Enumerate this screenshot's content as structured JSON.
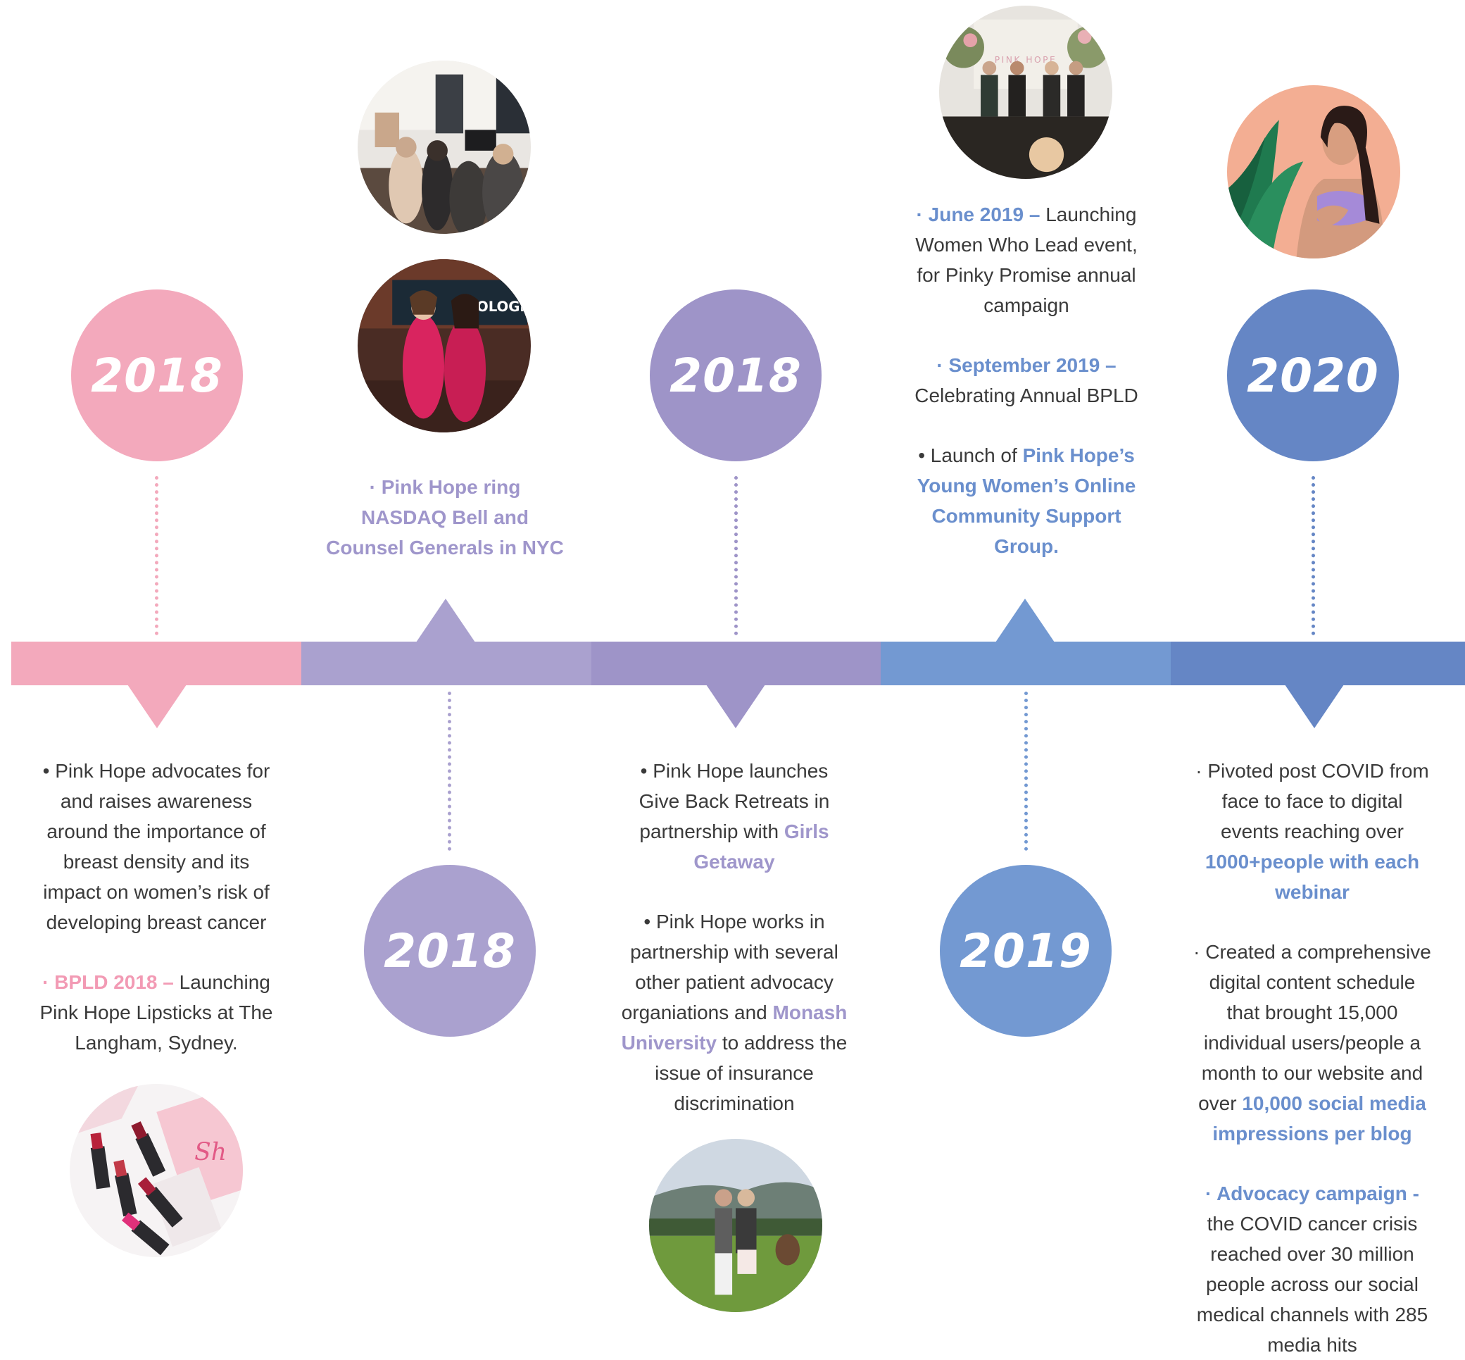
{
  "colors": {
    "pink": "#f3a9bc",
    "lavender": "#aaa1cf",
    "purple": "#9e94c8",
    "blue": "#7399d2",
    "dark_blue": "#6586c5"
  },
  "milestones": [
    {
      "year": "2018",
      "para1": "• Pink Hope advocates for and raises awareness around the importance of breast density and its impact on women’s risk of developing breast cancer",
      "para2_hl": "· BPLD 2018 –",
      "para2_rest": " Launching Pink Hope Lipsticks at The Langham, Sydney.",
      "photo": "lipsticks-photo"
    },
    {
      "year": "2018",
      "para1": "· Pink Hope ring NASDAQ Bell and Counsel Generals in NYC",
      "photo_top": "nyc-event-photo",
      "photo_bottom": "hologic-event-photo"
    },
    {
      "year": "2018",
      "para1_pre": "• Pink Hope launches Give Back Retreats in partnership with ",
      "para1_hl": "Girls Getaway",
      "para2_pre": "• Pink Hope works in partnership with several other patient advocacy organiations and ",
      "para2_hl": "Monash University",
      "para2_post": " to address the issue of insurance discrimination",
      "photo": "retreat-photo"
    },
    {
      "year": "2019",
      "para1_hl": "· June 2019 –",
      "para1_rest": " Launching Women Who Lead event, for Pinky Promise annual campaign",
      "para2_hl": "· September 2019 –",
      "para2_rest": " Celebrating Annual BPLD",
      "para3_pre": "• Launch of ",
      "para3_hl": "Pink Hope’s Young Women’s Online Community Support Group.",
      "photo": "panel-event-photo",
      "panel_sign": "PINK HOPE"
    },
    {
      "year": "2020",
      "para1_pre": "· Pivoted post COVID from face to face to digital events reaching over ",
      "para1_hl": "1000+people with each webinar",
      "para2_pre": "· Created a comprehensive digital content schedule that brought 15,000 individual users/people a month to our website and over ",
      "para2_hl": "10,000 social media impressions per blog",
      "para3_hl": "· Advocacy campaign -",
      "para3_rest": " the COVID cancer crisis reached over 30 million people across our social medical channels with 285 media hits",
      "photo": "self-exam-illustration"
    }
  ]
}
